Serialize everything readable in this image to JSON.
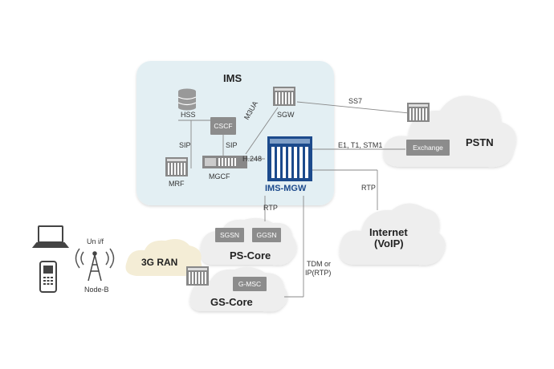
{
  "ims": {
    "title": "IMS",
    "hss": "HSS",
    "cscf": "CSCF",
    "sgw": "SGW",
    "m3ua": "M3UA",
    "sip_left": "SIP",
    "sip_right": "SIP",
    "mrf": "MRF",
    "mgcf": "MGCF",
    "h248": "H.248",
    "mgw": "IMS-MGW"
  },
  "pstn": {
    "title": "PSTN",
    "exchange": "Exchange",
    "ss7": "SS7",
    "trunks": "E1, T1, STM1"
  },
  "internet": {
    "title_line1": "Internet",
    "title_line2": "(VoIP)",
    "rtp": "RTP"
  },
  "ps_core": {
    "title": "PS-Core",
    "sgsn": "SGSN",
    "ggsn": "GGSN",
    "rtp": "RTP"
  },
  "gs_core": {
    "title": "GS-Core",
    "gmsc": "G-MSC"
  },
  "ran": {
    "title": "3G RAN",
    "node_b": "Node-B",
    "uni": "Un i/f"
  },
  "tdm": {
    "line1": "TDM or",
    "line2": "IP(RTP)"
  },
  "colors": {
    "ims_bg": "#e3eff3",
    "cloud_grey": "#eeeeee",
    "ran_cloud": "#f4edd6",
    "mgw_blue": "#1c4a8c",
    "server_grey": "#8c8c8c"
  }
}
